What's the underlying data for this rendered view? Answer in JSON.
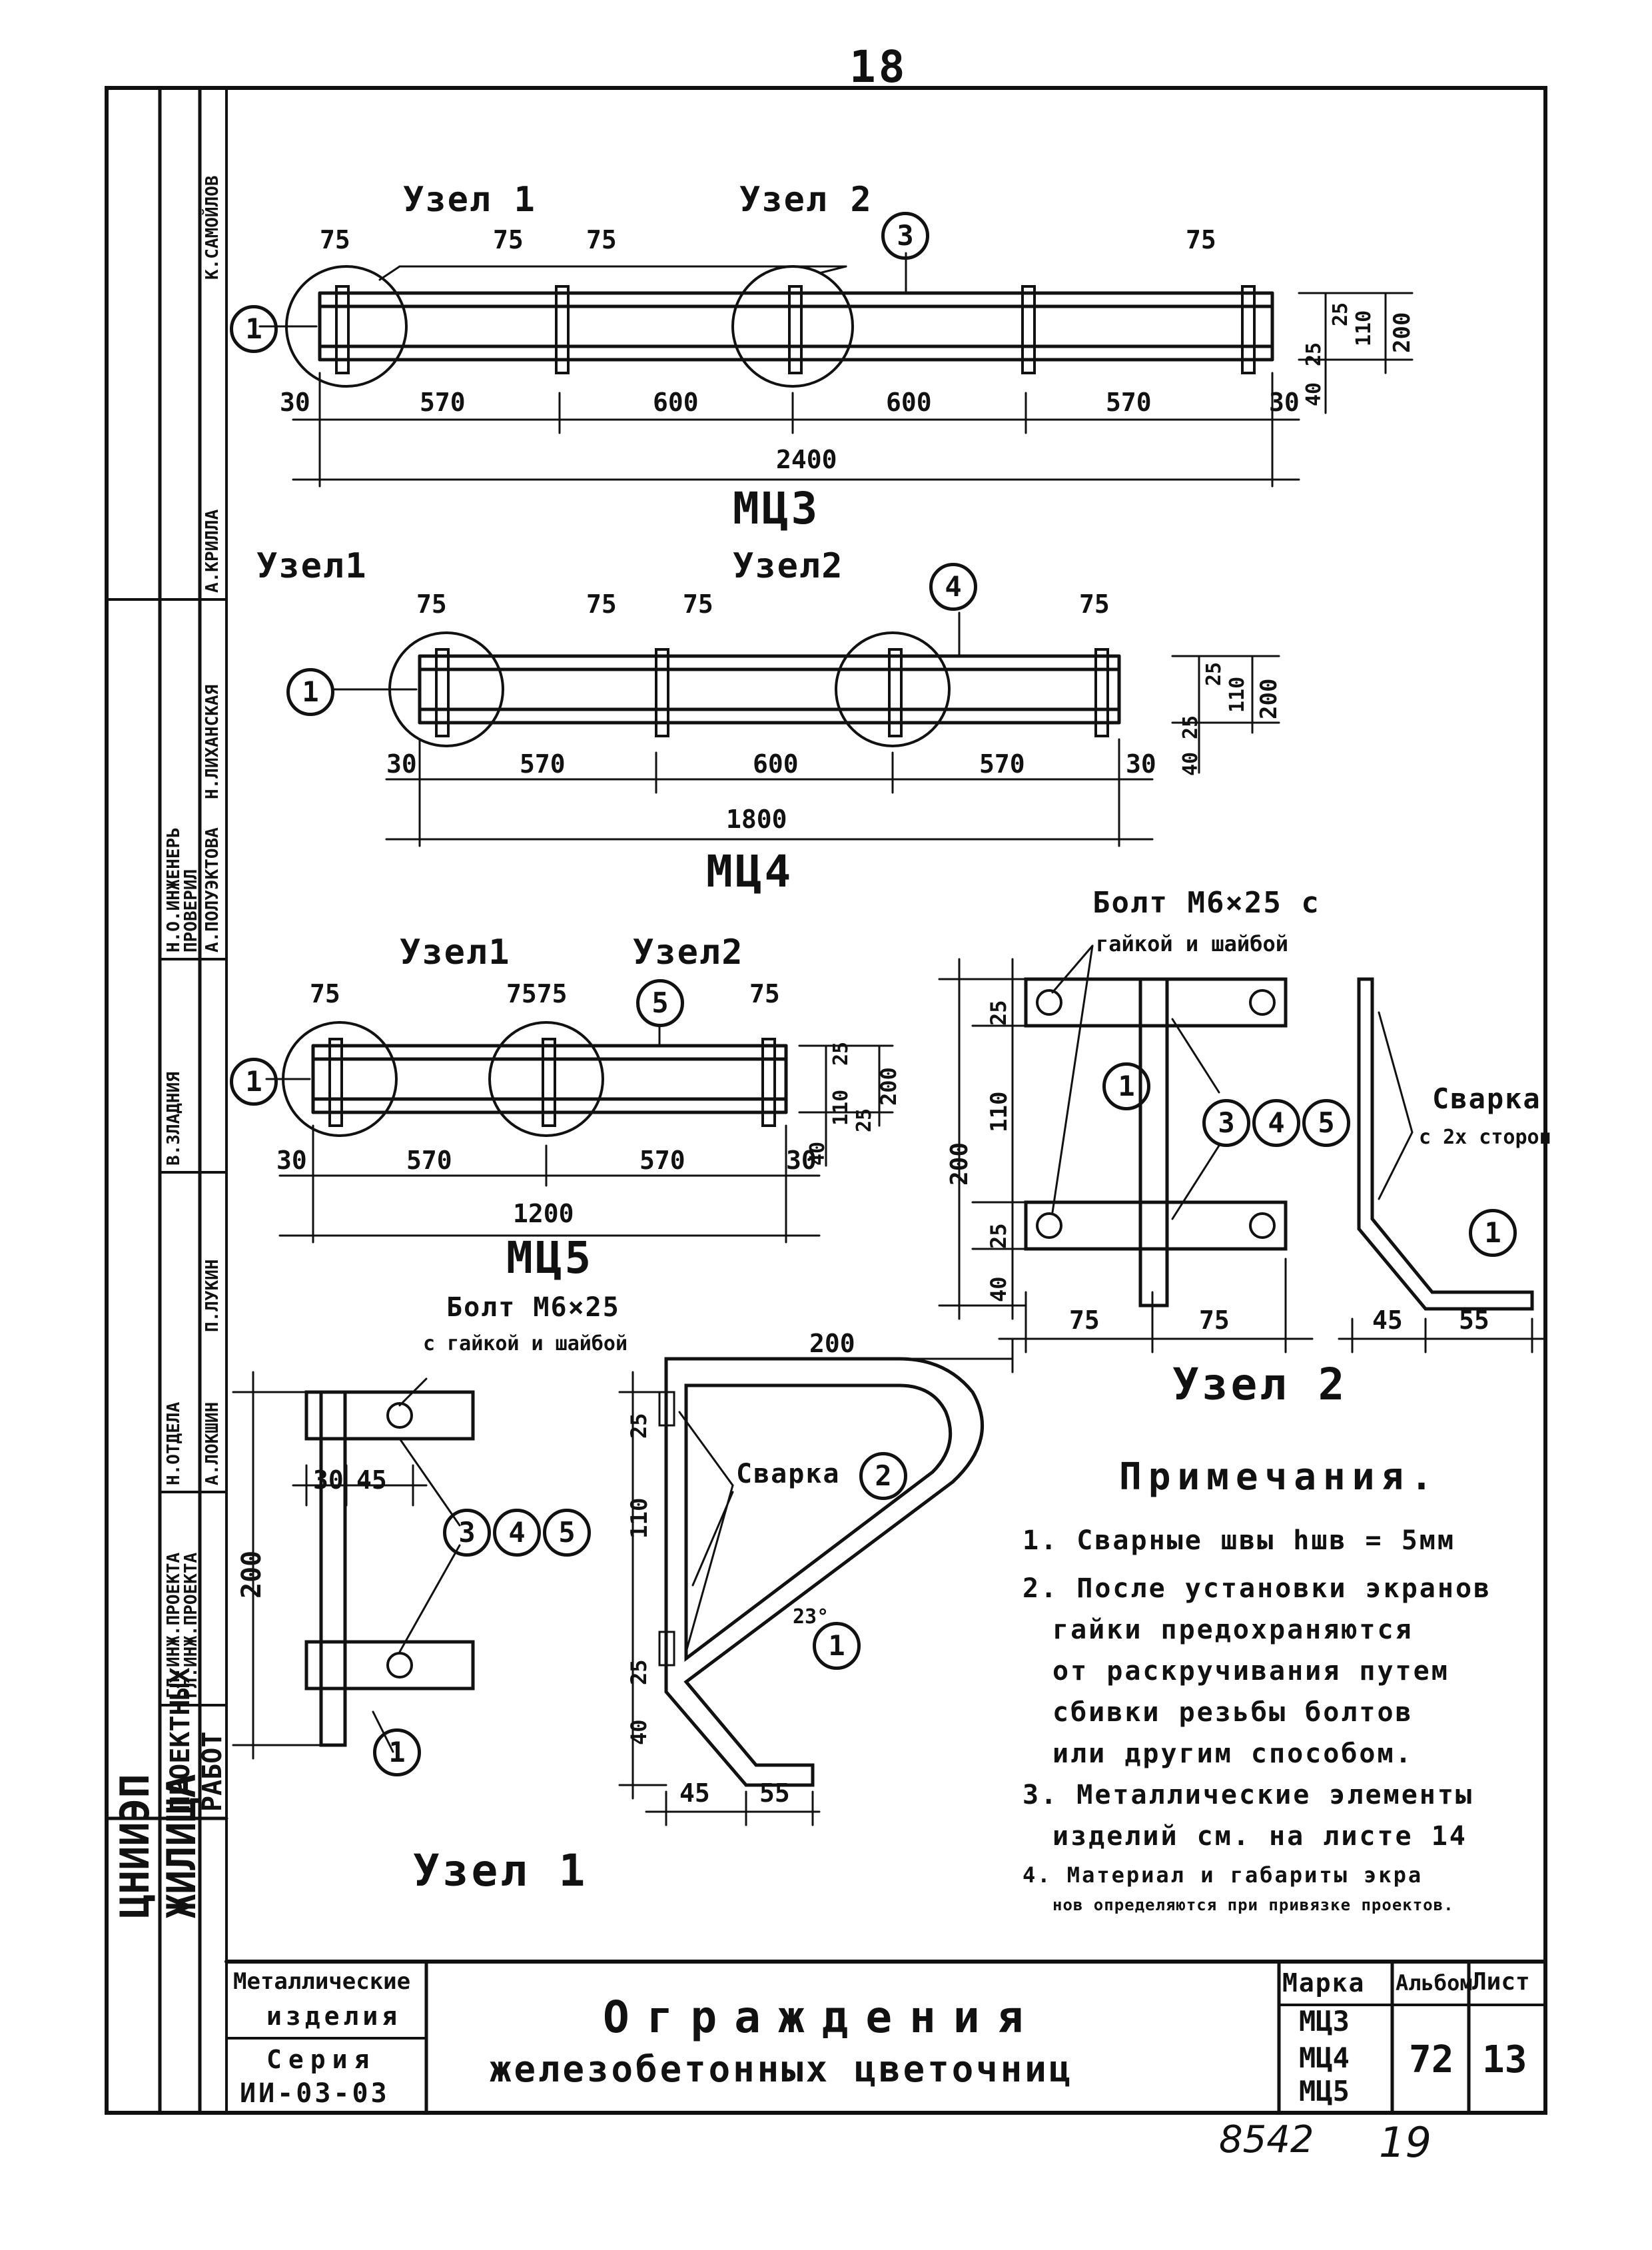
{
  "page_number": "18",
  "side_stamp": {
    "org1": "ЦНИИЭП",
    "org2": "ЖИЛИЩА",
    "dept1": "ПРОЕКТНЫХ",
    "dept2": "РАБОТ",
    "roles": [
      "ГЛ.ИНЖ.ПРОЕКТА",
      "ГЛ.ИНЖ.ПРОЕКТА",
      "Н.ОТДЕЛА",
      "В.ЗЛАДНИЯ",
      "Н.О.ИНЖЕНЕРЬ",
      "ПРОВЕРИЛ"
    ],
    "names": [
      "А.КРИЛЛА",
      "К.САМОЙЛОВ",
      "А.ПОЛУЭКТОВА",
      "Н.ЛИХАНСКАЯ",
      "А.ЛОКШИН",
      "П.ЛУКИН"
    ]
  },
  "mc3": {
    "title": "МЦ3",
    "node1": "Узел 1",
    "node2": "Узел 2",
    "callout_num": "3",
    "end_num": "1",
    "top_dims": [
      "75",
      "75",
      "75",
      "75"
    ],
    "bottom_dims": [
      "30",
      "570",
      "600",
      "600",
      "570",
      "30"
    ],
    "total": "2400",
    "right_dims": [
      "25",
      "110",
      "200",
      "25",
      "40"
    ]
  },
  "mc4": {
    "title": "МЦ4",
    "node1": "Узел1",
    "node2": "Узел2",
    "callout_num": "4",
    "end_num": "1",
    "top_dims": [
      "75",
      "75",
      "75",
      "75"
    ],
    "bottom_dims": [
      "30",
      "570",
      "600",
      "570",
      "30"
    ],
    "total": "1800",
    "right_dims": [
      "25",
      "110",
      "200",
      "25",
      "40"
    ]
  },
  "mc5": {
    "title": "МЦ5",
    "node1": "Узел1",
    "node2": "Узел2",
    "callout_num": "5",
    "end_num": "1",
    "top_dims": [
      "75",
      "7575",
      "75"
    ],
    "bottom_dims": [
      "30",
      "570",
      "570",
      "30"
    ],
    "total": "1200",
    "right_dims": [
      "25",
      "110",
      "25",
      "200",
      "40"
    ]
  },
  "node2": {
    "title": "Узел 2",
    "bolt": "Болт М6×25 с",
    "bolt2": "гайкой и шайбой",
    "weld": "Сварка",
    "weld2": "с 2х сторон",
    "nums": [
      "1",
      "3",
      "4",
      "5",
      "1"
    ],
    "dims_v": [
      "25",
      "110",
      "200",
      "25",
      "40"
    ],
    "dims_h": [
      "75",
      "75",
      "45",
      "55"
    ]
  },
  "node1": {
    "title": "Узел 1",
    "bolt": "Болт М6×25",
    "bolt2": "с гайкой и шайбой",
    "weld": "Сварка",
    "angle": "23°",
    "nums": [
      "2",
      "3",
      "4",
      "5",
      "1",
      "1"
    ],
    "dims": [
      "200",
      "25",
      "110",
      "25",
      "40",
      "30",
      "45",
      "200",
      "45",
      "55"
    ]
  },
  "notes": {
    "heading": "Примечания.",
    "items": [
      "1. Сварные швы hшв = 5мм",
      "2. После установки экранов",
      "гайки предохраняются",
      "от раскручивания путем",
      "сбивки резьбы болтов",
      "или другим способом.",
      "3. Металлические элементы",
      "изделий см. на листе 14",
      "4. Материал и габариты экра",
      "нов определяются при привязке проектов."
    ]
  },
  "title_block": {
    "left1": "Металлические",
    "left2": "изделия",
    "left3": "Серия",
    "left4": "ИИ-03-03",
    "title1": "Ограждения",
    "title2": "железобетонных цветочниц",
    "marka_label": "Марка",
    "marka": [
      "МЦ3",
      "МЦ4",
      "МЦ5"
    ],
    "album_label": "Альбом",
    "album": "72",
    "sheet_label": "Лист",
    "sheet": "13"
  },
  "footer": {
    "num1": "8542",
    "num2": "19"
  }
}
